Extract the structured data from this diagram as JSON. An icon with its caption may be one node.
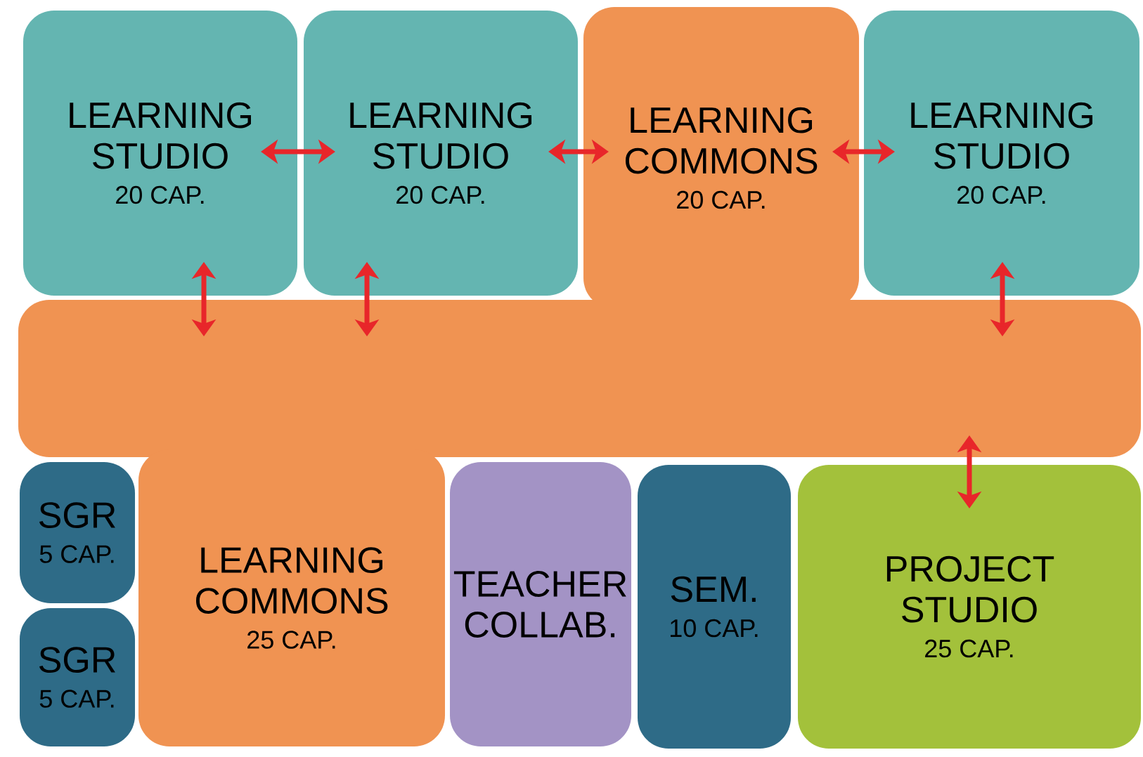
{
  "diagram": {
    "nodes": [
      {
        "text": [
          "LEARNING STUDIO",
          "20 CAP."
        ]
      },
      {
        "text": [
          "LEARNING STUDIO",
          "20 CAP."
        ]
      },
      {
        "text": [
          "LEARNING COMMONS",
          "20 CAP."
        ]
      },
      {
        "text": [
          "LEARNING STUDIO",
          "20 CAP."
        ]
      },
      {
        "text": [],
        "shape": "box"
      },
      {
        "text": [
          "SGR",
          "5 CAP."
        ]
      },
      {
        "text": [
          "SGR",
          "5 CAP."
        ]
      },
      {
        "text": [
          "LEARNING COMMONS",
          "25 CAP."
        ]
      },
      {
        "text": [
          "TEACHER COLLAB."
        ]
      },
      {
        "text": [
          "SEM.",
          "10 CAP."
        ]
      },
      {
        "text": [
          "PROJECT STUDIO",
          "25 CAP."
        ]
      }
    ],
    "edges": [
      {
        "from": 0,
        "to": 1,
        "arrow": "both"
      },
      {
        "from": 1,
        "to": 2,
        "arrow": "both"
      },
      {
        "from": 2,
        "to": 3,
        "arrow": "both"
      },
      {
        "from": 0,
        "to": 4,
        "arrow": "both"
      },
      {
        "from": 1,
        "to": 4,
        "arrow": "both"
      },
      {
        "from": 3,
        "to": 4,
        "arrow": "both"
      },
      {
        "from": 4,
        "to": 10,
        "arrow": "both"
      }
    ]
  }
}
